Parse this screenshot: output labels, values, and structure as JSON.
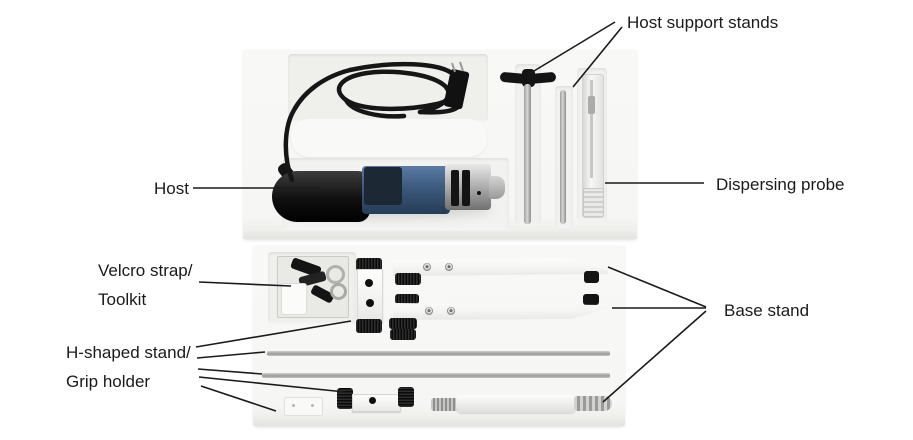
{
  "labels": {
    "host_support_stands": "Host support stands",
    "host": "Host",
    "dispersing_probe": "Dispersing probe",
    "velcro_strap": "Velcro strap/",
    "toolkit": "Toolkit",
    "h_shaped_stand": "H-shaped stand/",
    "grip_holder": "Grip holder",
    "base_stand": "Base stand"
  },
  "colors": {
    "background": "#ffffff",
    "foam_tray": "#f7f7f5",
    "recess": "#efefec",
    "host_grip_black": "#111111",
    "host_body_blue": "#3c5a7d",
    "metal_silver": "#b7b7b5",
    "label_text": "#1a1a1a",
    "callout_line": "#1a1a1a"
  }
}
